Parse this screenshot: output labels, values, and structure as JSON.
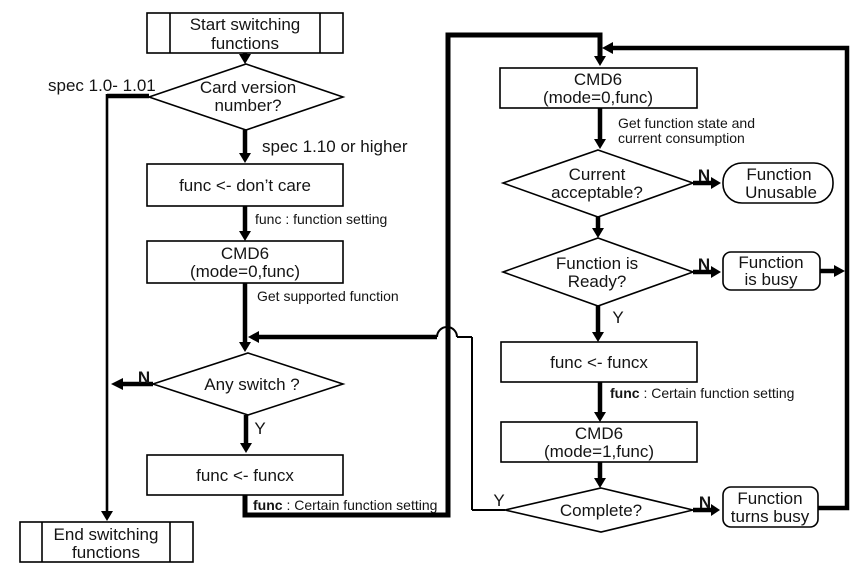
{
  "diagram": {
    "left": {
      "start": {
        "line1": "Start switching",
        "line2": "functions"
      },
      "card_version": {
        "line1": "Card version",
        "line2": "number?"
      },
      "spec_old": "spec 1.0- 1.01",
      "spec_new": "spec 1.10 or higher",
      "func_dont_care": "func <- don’t care",
      "note_function_setting": "func : function setting",
      "cmd6_mode0": {
        "line1": "CMD6",
        "line2": "(mode=0,func)"
      },
      "note_get_supported": "Get supported function",
      "any_switch": "Any switch ?",
      "label_no": "N",
      "label_yes": "Y",
      "func_funcx": "func <- funcx",
      "note_certain": {
        "bold": "func",
        "rest": " : Certain function setting"
      },
      "end": {
        "line1": "End switching",
        "line2": "functions"
      }
    },
    "right": {
      "cmd6_mode0": {
        "line1": "CMD6",
        "line2": "(mode=0,func)"
      },
      "note_get_state": {
        "line1": "Get  function state and",
        "line2": "current  consumption"
      },
      "current_acceptable": {
        "line1": "Current",
        "line2": "acceptable?"
      },
      "label_no_current": "N",
      "function_unusable": {
        "line1": "Function",
        "line2": "Unusable"
      },
      "function_is_ready": {
        "line1": "Function is",
        "line2": "Ready?"
      },
      "label_no_ready": "N",
      "function_is_busy": {
        "line1": "Function",
        "line2": "is busy"
      },
      "label_yes_ready": "Y",
      "func_funcx": "func <- funcx",
      "note_certain": {
        "bold": "func",
        "rest": " : Certain function setting"
      },
      "cmd6_mode1": {
        "line1": "CMD6",
        "line2": "(mode=1,func)"
      },
      "complete": "Complete?",
      "label_yes_complete": "Y",
      "label_no_complete": "N",
      "function_turns_busy": {
        "line1": "Function",
        "line2": "turns busy"
      }
    }
  }
}
